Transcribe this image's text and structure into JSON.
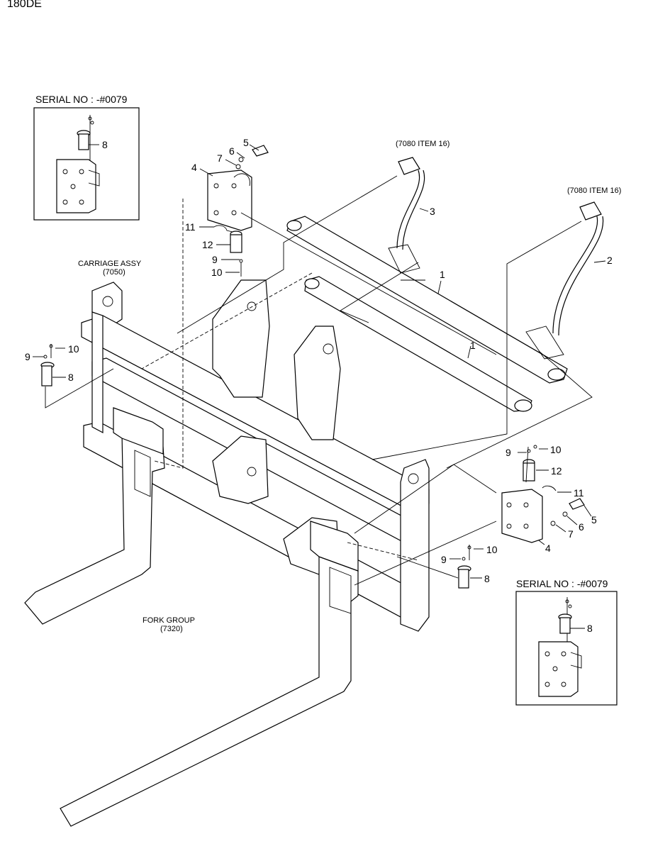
{
  "model": "180DE",
  "serial_boxes": [
    {
      "label": "SERIAL NO : -#0079",
      "item": "8"
    },
    {
      "label": "SERIAL NO : -#0079",
      "item": "8"
    }
  ],
  "references": {
    "carriage": [
      "CARRIAGE ASSY",
      "(7050)"
    ],
    "fork": [
      "FORK GROUP",
      "(7320)"
    ],
    "hose_ref_left": "(7080 ITEM 16)",
    "hose_ref_right": "(7080 ITEM 16)"
  },
  "callouts": {
    "top_left": {
      "n5": "5",
      "n6": "6",
      "n7": "7",
      "n4": "4",
      "n11": "11",
      "n12": "12",
      "n9": "9",
      "n10": "10"
    },
    "left": {
      "n9": "9",
      "n10": "10",
      "n8": "8"
    },
    "hoses": {
      "n3": "3",
      "n2": "2"
    },
    "cylinders": {
      "n1a": "1",
      "n1b": "1"
    },
    "right": {
      "n9": "9",
      "n10": "10",
      "n12": "12",
      "n11": "11",
      "n5": "5",
      "n6": "6",
      "n7": "7",
      "n4": "4"
    },
    "lower_right": {
      "n9": "9",
      "n10": "10",
      "n8": "8"
    }
  }
}
